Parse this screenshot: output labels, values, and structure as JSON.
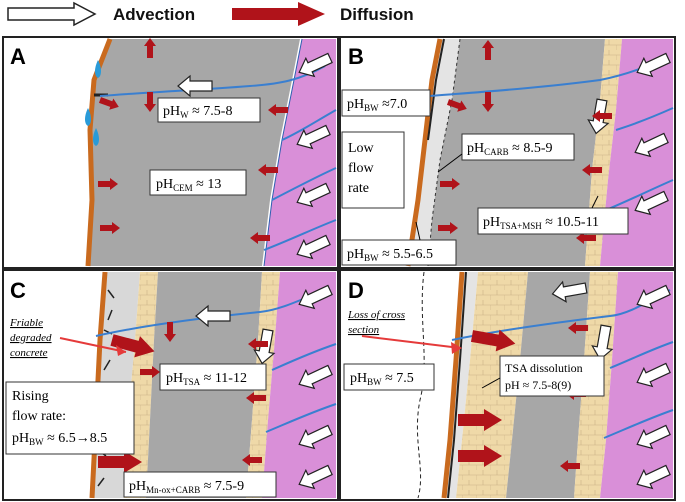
{
  "legend": {
    "advection": "Advection",
    "diffusion": "Diffusion"
  },
  "panels": {
    "a": {
      "letter": "A",
      "ph_w": "pH",
      "ph_w_sub": "W",
      "ph_w_val": " ≈ 7.5-8",
      "ph_cem": "pH",
      "ph_cem_sub": "CEM",
      "ph_cem_val": " ≈ 13"
    },
    "b": {
      "letter": "B",
      "ph_bw1": "pH",
      "ph_bw1_sub": "BW",
      "ph_bw1_val": " ≈7.0",
      "low_flow_1": "Low",
      "low_flow_2": "flow",
      "low_flow_3": "rate",
      "ph_carb": "pH",
      "ph_carb_sub": "CARB",
      "ph_carb_val": " ≈ 8.5-9",
      "ph_tsa": "pH",
      "ph_tsa_sub": "TSA+MSH",
      "ph_tsa_val": " ≈ 10.5-11",
      "ph_bw2": "pH",
      "ph_bw2_sub": "BW",
      "ph_bw2_val": " ≈ 5.5-6.5"
    },
    "c": {
      "letter": "C",
      "friable_1": "Friable",
      "friable_2": "degraded",
      "friable_3": "concrete",
      "ph_tsa": "pH",
      "ph_tsa_sub": "TSA",
      "ph_tsa_val": " ≈ 11-12",
      "rising_1": "Rising",
      "rising_2": "flow rate:",
      "ph_bw": "pH",
      "ph_bw_sub": "BW",
      "ph_bw_val": " ≈ 6.5→8.5",
      "ph_mn": "pH",
      "ph_mn_sub": "Mn-ox+CARB",
      "ph_mn_val": " ≈ 7.5-9"
    },
    "d": {
      "letter": "D",
      "loss_1": "Loss of cross",
      "loss_2": "section",
      "ph_bw": "pH",
      "ph_bw_sub": "BW",
      "ph_bw_val": " ≈ 7.5",
      "tsa_1": "TSA dissolution",
      "tsa_2": "pH ≈ 7.5-8(9)"
    }
  },
  "colors": {
    "concrete": "#a7a7a7",
    "rock": "#d98fd8",
    "rim": "#c96a1e",
    "water": "#3a7fd0",
    "arrow": "#b0131a",
    "tsa": "#efd9a8"
  }
}
